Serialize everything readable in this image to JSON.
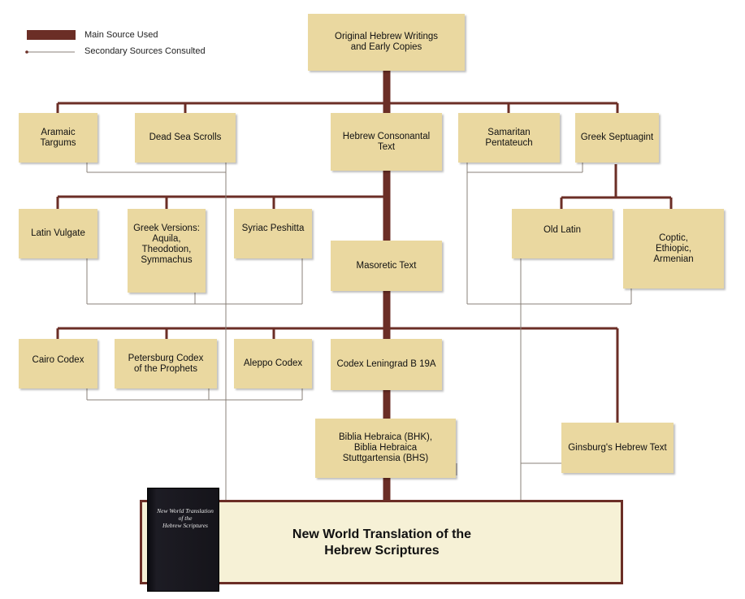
{
  "legend": {
    "main_label": "Main Source Used",
    "secondary_label": "Secondary Sources Consulted"
  },
  "nodes": {
    "original": "Original Hebrew Writings\nand Early Copies",
    "aramaic_targums": "Aramaic Targums",
    "dead_sea_scrolls": "Dead Sea Scrolls",
    "hebrew_consonantal": "Hebrew Consonantal Text",
    "samaritan_pentateuch": "Samaritan Pentateuch",
    "greek_septuagint": "Greek Septuagint",
    "latin_vulgate": "Latin Vulgate",
    "greek_versions": "Greek Versions:\nAquila,\nTheodotion,\nSymmachus",
    "syriac_peshitta": "Syriac Peshitta",
    "masoretic": "Masoretic Text",
    "old_latin": "Old Latin",
    "coptic": "Coptic,\nEthiopic,\nArmenian",
    "cairo_codex": "Cairo Codex",
    "petersburg_codex": "Petersburg Codex\nof the Prophets",
    "aleppo_codex": "Aleppo Codex",
    "leningrad": "Codex Leningrad B 19A",
    "biblia_hebraica": "Biblia Hebraica (BHK),\nBiblia Hebraica\nStuttgartensia (BHS)",
    "ginsburg": "Ginsburg's Hebrew Text"
  },
  "final": {
    "title": "New World Translation of the\nHebrew Scriptures",
    "book_cover_text": "New World Translation\nof the\nHebrew Scriptures"
  },
  "colors": {
    "main_line": "#6b2e26",
    "secondary_line": "#8a8078",
    "box_fill": "#ead8a0",
    "final_fill": "#f6f1d6"
  }
}
